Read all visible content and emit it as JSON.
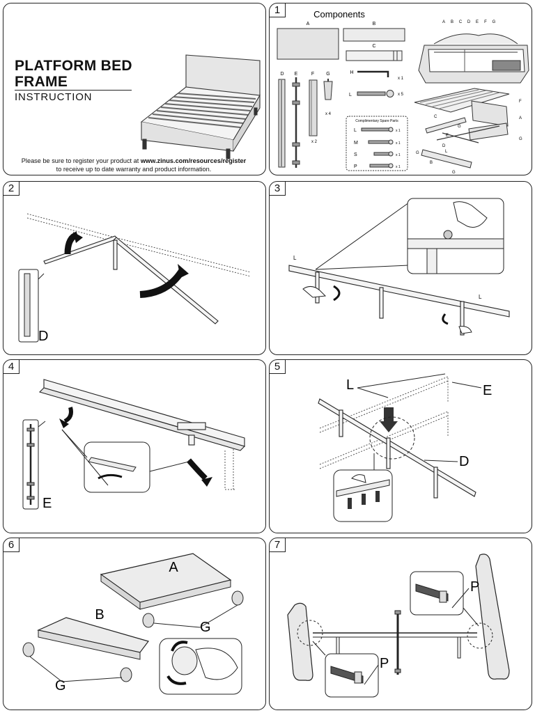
{
  "cover": {
    "title_line1": "PLATFORM BED",
    "title_line2": "FRAME",
    "subtitle": "INSTRUCTION",
    "register_prefix": "Please be sure to register your product at ",
    "register_url": "www.zinus.com/resources/register",
    "register_suffix": "to receive up to date warranty and product information."
  },
  "steps": {
    "s1": "1",
    "s2": "2",
    "s3": "3",
    "s4": "4",
    "s5": "5",
    "s6": "6",
    "s7": "7"
  },
  "components": {
    "title": "Components",
    "label_A": "A",
    "label_B": "B",
    "label_C": "C",
    "label_D": "D",
    "label_E": "E",
    "label_F": "F",
    "label_G": "G",
    "label_H": "H",
    "label_L": "L",
    "qty_G": "x 4",
    "qty_F": "x 2",
    "qty_H": "x 1",
    "qty_L": "x 5",
    "spare_title": "Complimentary Spare Parts",
    "spare_L": "L",
    "spare_M": "M",
    "spare_S": "S",
    "spare_P": "P",
    "spare_qty_L": "x 1",
    "spare_qty_M": "x 1",
    "spare_qty_S": "x 1",
    "spare_qty_P": "x 1",
    "top_letters": [
      "A",
      "B",
      "C",
      "D",
      "E",
      "F",
      "G"
    ],
    "exploded_F": "F",
    "exploded_C": "C",
    "exploded_A": "A",
    "exploded_E": "E",
    "exploded_G1": "G",
    "exploded_D": "D",
    "exploded_L": "L",
    "exploded_G2": "G",
    "exploded_B": "B",
    "exploded_G3": "G",
    "exploded_G4": "G"
  },
  "step2": {
    "label": "D"
  },
  "step3": {
    "label_left": "L",
    "label_right": "L"
  },
  "step4": {
    "label": "E"
  },
  "step5": {
    "label_L": "L",
    "label_E": "E",
    "label_D": "D"
  },
  "step6": {
    "label_A": "A",
    "label_B": "B",
    "label_G_right": "G",
    "label_G_bottom": "G"
  },
  "step7": {
    "label_P_top": "P",
    "label_P_bottom": "P"
  }
}
